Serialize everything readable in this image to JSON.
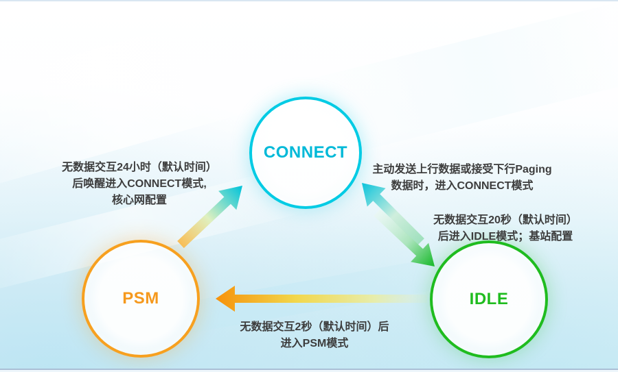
{
  "diagram": {
    "type": "state-transition-diagram",
    "subject": "NB-IoT power mode transitions"
  },
  "nodes": [
    {
      "id": "connect",
      "label": "CONNECT",
      "color": "#00c4e0"
    },
    {
      "id": "psm",
      "label": "PSM",
      "color": "#f7a01e"
    },
    {
      "id": "idle",
      "label": "IDLE",
      "color": "#1fbc1f"
    }
  ],
  "transitions": {
    "psm_to_connect": {
      "from": "PSM",
      "to": "CONNECT",
      "lines": [
        "无数据交互24小时（默认时间）",
        "后唤醒进入CONNECT模式,",
        "核心网配置"
      ]
    },
    "idle_to_connect": {
      "from": "IDLE",
      "to": "CONNECT",
      "lines": [
        "主动发送上行数据或接受下行Paging",
        "数据时，进入CONNECT模式"
      ]
    },
    "connect_to_idle": {
      "from": "CONNECT",
      "to": "IDLE",
      "lines": [
        "无数据交互20秒（默认时间）",
        "后进入IDLE模式；基站配置"
      ]
    },
    "idle_to_psm": {
      "from": "IDLE",
      "to": "PSM",
      "lines": [
        "无数据交互2秒（默认时间）后",
        "进入PSM模式"
      ]
    }
  },
  "colors": {
    "caption_text": "#3d3d3d",
    "background_top": "#ffffff",
    "background_bottom": "#d5edf6",
    "arrow_cyan": "#00c3dc",
    "arrow_green": "#1cb92c",
    "arrow_orange": "#f6920b",
    "arrow_yellow": "#f2d74c"
  }
}
